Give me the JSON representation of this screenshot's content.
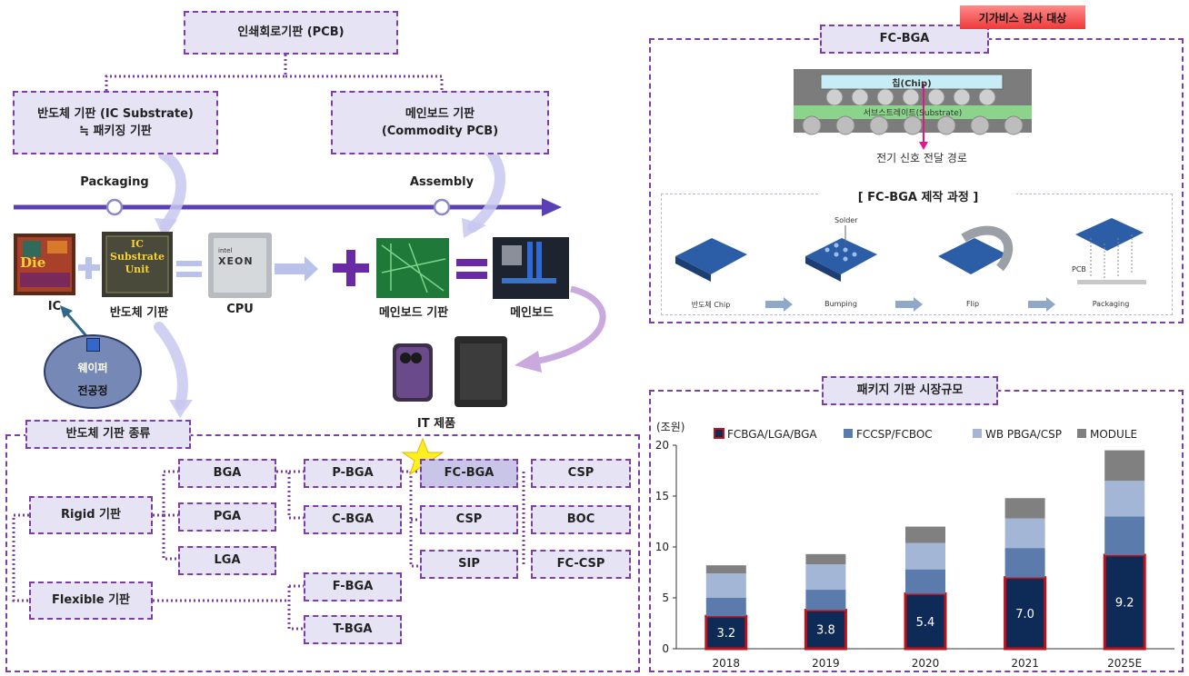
{
  "left": {
    "pcb_title": "인쇄회로기판 (PCB)",
    "ic_substrate_line1": "반도체 기판 (IC Substrate)",
    "ic_substrate_line2": "≒ 패키징 기판",
    "mainboard_sub_line1": "메인보드 기판",
    "mainboard_sub_line2": "(Commodity PCB)",
    "packaging_label": "Packaging",
    "assembly_label": "Assembly",
    "die_text": "Die",
    "substrate_unit_line1": "IC",
    "substrate_unit_line2": "Substrate",
    "substrate_unit_line3": "Unit",
    "cpu_brand": "intel",
    "cpu_model": "XEON",
    "labels": {
      "ic": "IC",
      "semi_substrate": "반도체 기판",
      "cpu": "CPU",
      "mainboard_substrate": "메인보드 기판",
      "mainboard": "메인보드",
      "it_products": "IT 제품"
    },
    "wafer_line1": "웨이퍼",
    "wafer_line2": "전공정"
  },
  "types": {
    "title": "반도체 기판 종류",
    "rigid": "Rigid 기판",
    "flexible": "Flexible  기판",
    "col1": [
      "BGA",
      "PGA",
      "LGA"
    ],
    "col2": [
      "P-BGA",
      "C-BGA"
    ],
    "col2b": [
      "F-BGA",
      "T-BGA"
    ],
    "col3": [
      "FC-BGA",
      "CSP",
      "SIP"
    ],
    "col4": [
      "CSP",
      "BOC",
      "FC-CSP"
    ]
  },
  "fcbga": {
    "badge": "기가비스 검사 대상",
    "title": "FC-BGA",
    "chip_label": "칩(Chip)",
    "substrate_label": "서브스트레이트(Substrate)",
    "signal_path": "전기 신호 전달 경로",
    "process_title": "[ FC-BGA 제작 과정 ]",
    "solder_label": "Solder",
    "pcb_label": "PCB",
    "steps": [
      "반도체 Chip",
      "Bumping",
      "Flip",
      "Packaging"
    ]
  },
  "chart_data": {
    "type": "bar",
    "title": "패키지 기판 시장규모",
    "ylabel": "(조원)",
    "ylim": [
      0,
      20
    ],
    "yticks": [
      "0",
      "5",
      "10",
      "15",
      "20"
    ],
    "categories": [
      "2018",
      "2019",
      "2020",
      "2021",
      "2025E"
    ],
    "stacked": true,
    "legend_position": "top",
    "series": [
      {
        "name": "FCBGA/LGA/BGA",
        "values": [
          3.2,
          3.8,
          5.4,
          7.0,
          9.2
        ],
        "labels": [
          "3.2",
          "3.8",
          "5.4",
          "7.0",
          "9.2"
        ],
        "color": "#0e2b58",
        "border": "#c0111a"
      },
      {
        "name": "FCCSP/FCBOC",
        "values": [
          1.8,
          2.0,
          2.4,
          2.9,
          3.8
        ],
        "color": "#5a7bab"
      },
      {
        "name": "WB PBGA/CSP",
        "values": [
          2.4,
          2.5,
          2.6,
          2.9,
          3.5
        ],
        "color": "#a3b6d5"
      },
      {
        "name": "MODULE",
        "values": [
          0.8,
          1.0,
          1.6,
          2.0,
          3.0
        ],
        "color": "#808080"
      }
    ]
  }
}
